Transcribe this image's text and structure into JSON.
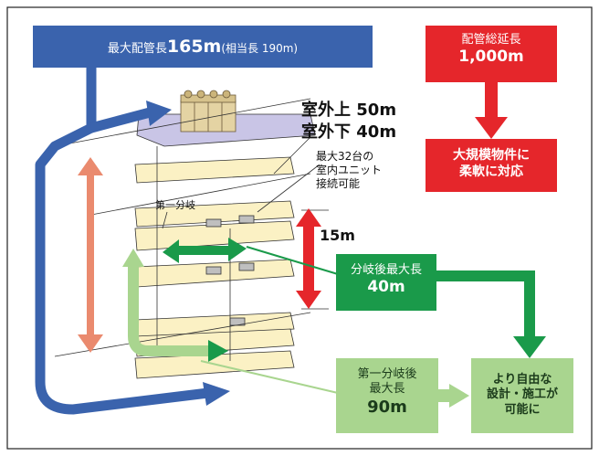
{
  "banner": {
    "prefix": "最大配管長",
    "value": "165m",
    "suffix": "(相当長 190m)"
  },
  "total_box": {
    "line1": "配管総延長",
    "line2": "1,000m"
  },
  "flex_box": {
    "line1": "大規模物件に",
    "line2": "柔軟に対応"
  },
  "height_up": "室外上 50m",
  "height_down": "室外下 40m",
  "units_note": {
    "line1": "最大32台の",
    "line2": "室内ユニット",
    "line3": "接続可能"
  },
  "first_branch_label": "第一分岐",
  "indoor_height": "15m",
  "after_branch_box": {
    "line1": "分岐後最大長",
    "line2": "40m"
  },
  "first_after_box": {
    "line1": "第一分岐後",
    "line2": "最大長",
    "line3": "90m"
  },
  "freedom_box": {
    "line1": "より自由な",
    "line2": "設計・施工が",
    "line3": "可能に"
  },
  "colors": {
    "blue": "#3a63ad",
    "red": "#e5262b",
    "dark_green": "#1a9a4a",
    "light_green": "#a9d58f",
    "floor_fill": "#fbf1c4",
    "roof_fill": "#c9c5e6",
    "salmon_arrow": "#ea8a6e"
  }
}
